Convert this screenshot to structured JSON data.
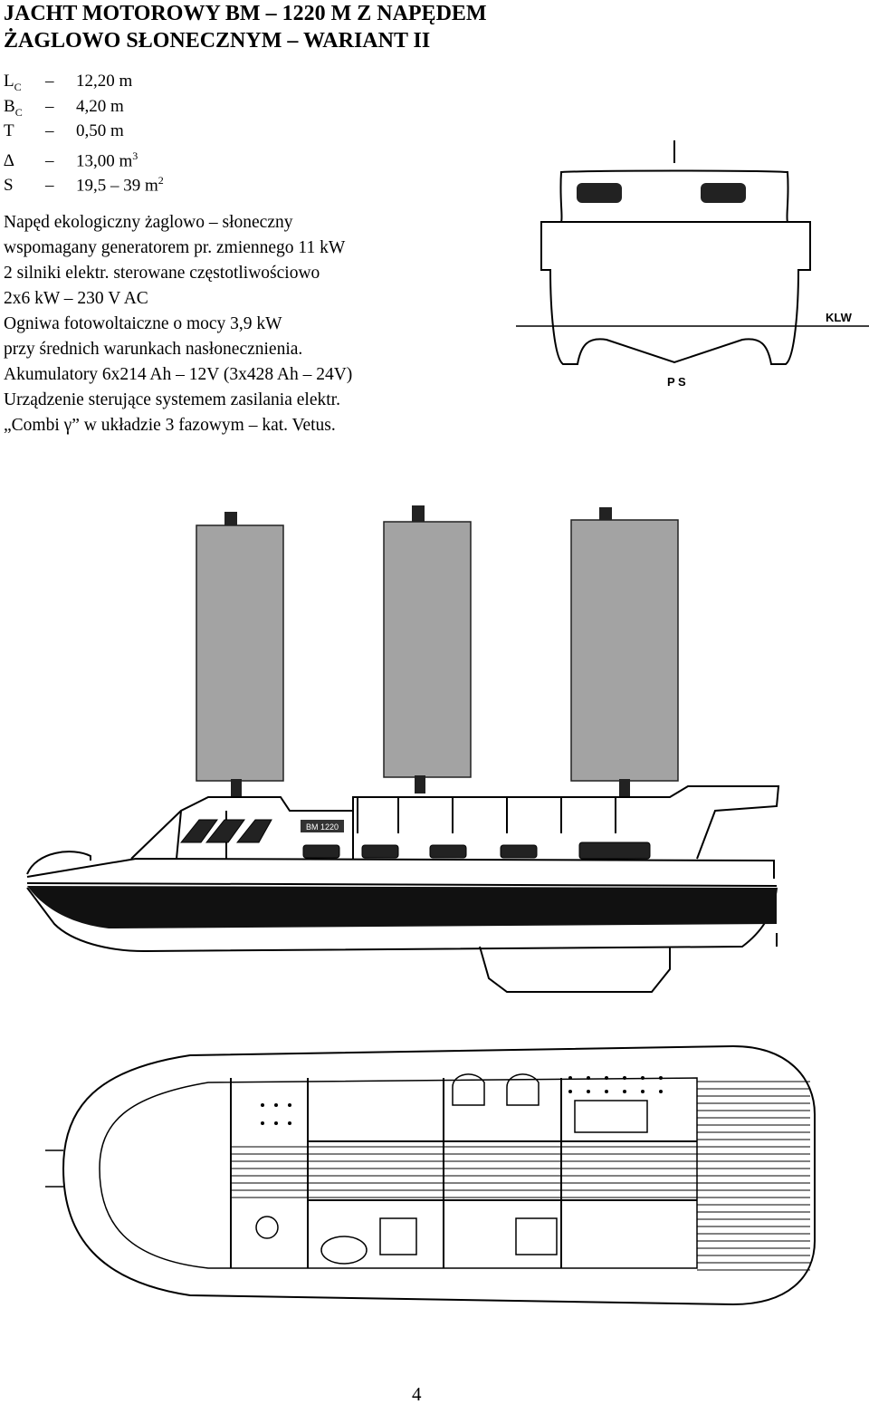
{
  "title": {
    "line1": "JACHT MOTOROWY BM – 1220 M Z NAPĘDEM",
    "line2": "ŻAGLOWO SŁONECZNYM – WARIANT II"
  },
  "specs": [
    {
      "sym": "L",
      "sub": "C",
      "dash": "–",
      "value": "12,20 m",
      "sup": ""
    },
    {
      "sym": "B",
      "sub": "C",
      "dash": "–",
      "value": "4,20 m",
      "sup": ""
    },
    {
      "sym": "T",
      "sub": "",
      "dash": "–",
      "value": "0,50 m",
      "sup": ""
    },
    {
      "sym": "∆",
      "sub": "",
      "dash": "–",
      "value": "13,00 m",
      "sup": "3"
    },
    {
      "sym": "S",
      "sub": "",
      "dash": "–",
      "value": "19,5 – 39 m",
      "sup": "2"
    }
  ],
  "description": [
    "Napęd ekologiczny żaglowo – słoneczny",
    "wspomagany generatorem pr. zmiennego 11 kW",
    "2 silniki elektr. sterowane częstotliwościowo",
    "2x6 kW – 230 V AC",
    "Ogniwa fotowoltaiczne o mocy 3,9 kW",
    "przy średnich warunkach nasłonecznienia.",
    "Akumulatory 6x214 Ah – 12V (3x428 Ah – 24V)",
    "Urządzenie sterujące systemem zasilania elektr.",
    "„Combi γ” w układzie 3 fazowym – kat. Vetus."
  ],
  "front_view": {
    "waterline_label": "KLW",
    "side_label": "P S"
  },
  "side_view": {
    "hull_badge": "BM 1220"
  },
  "page_number": "4"
}
